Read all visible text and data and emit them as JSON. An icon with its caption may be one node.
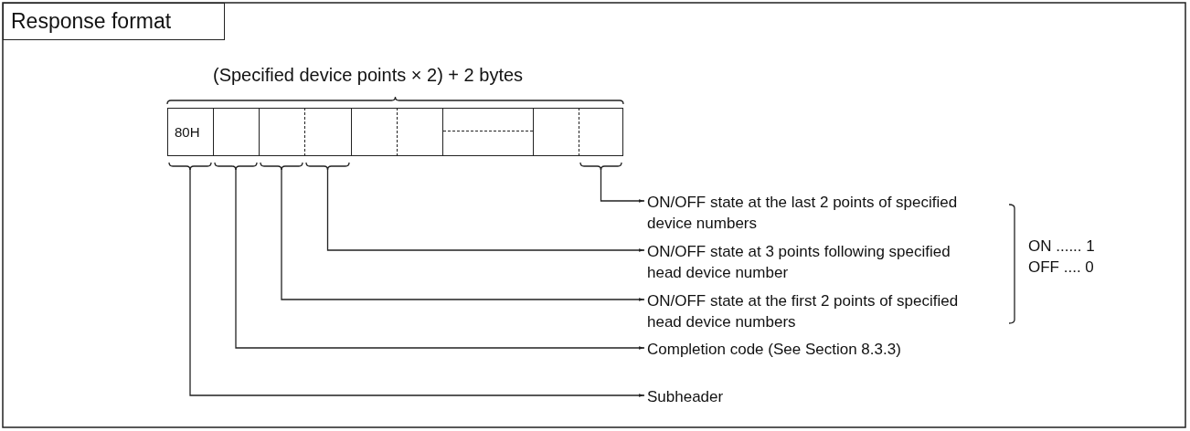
{
  "diagram": {
    "nodes": [
      {
        "text": [
          "Response format"
        ]
      },
      {
        "text": [
          "80H"
        ]
      },
      {
        "text": [],
        "shape": "box"
      },
      {
        "text": [],
        "shape": "box"
      },
      {
        "text": [],
        "shape": "box"
      },
      {
        "text": [],
        "shape": "box"
      },
      {
        "text": [],
        "shape": "box"
      },
      {
        "text": [],
        "shape": "box"
      },
      {
        "text": [],
        "shape": "box"
      },
      {
        "text": [],
        "shape": "box"
      },
      {
        "text": [
          "ON/OFF state at the last 2 points of specified device numbers"
        ]
      },
      {
        "text": [
          "ON/OFF state at 3 points following specified head device number"
        ]
      },
      {
        "text": [
          "ON/OFF state at the first 2 points of specified head device numbers"
        ]
      },
      {
        "text": [
          "Completion code (See Section 8.3.3)"
        ]
      },
      {
        "text": [
          "Subheader"
        ]
      }
    ],
    "edges": [
      {
        "from": 9,
        "to": 10,
        "arrow": "to"
      },
      {
        "from": 4,
        "to": 11,
        "arrow": "to"
      },
      {
        "from": 3,
        "to": 12,
        "arrow": "to"
      },
      {
        "from": 2,
        "to": 13,
        "arrow": "to"
      },
      {
        "from": 1,
        "to": 14,
        "arrow": "to"
      }
    ],
    "labels": [
      "(Specified device points × 2) + 2 bytes",
      "ON ...... 1",
      "OFF .... 0"
    ]
  }
}
